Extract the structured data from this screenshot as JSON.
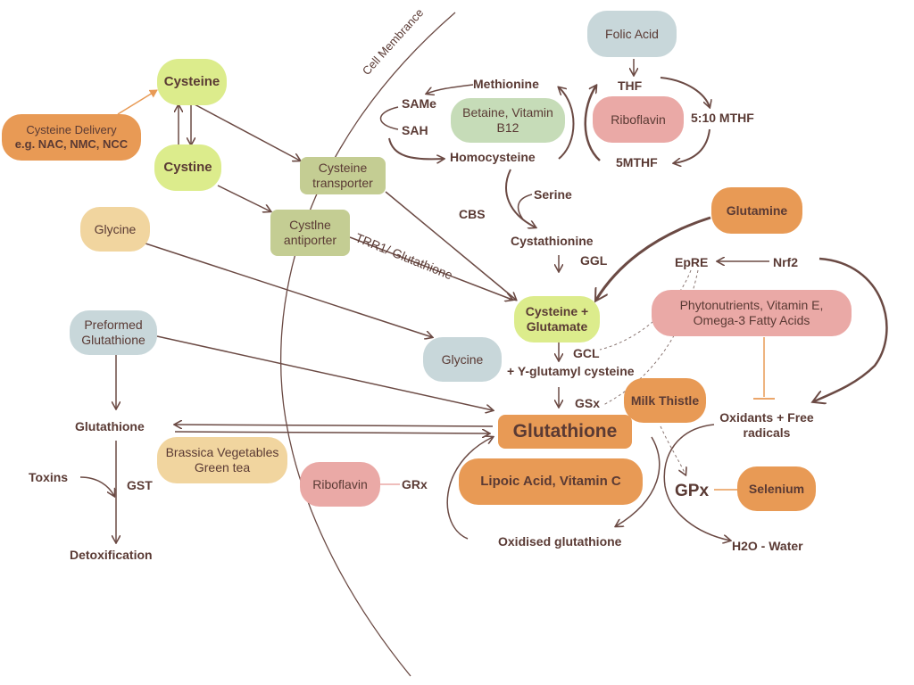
{
  "diagram": {
    "membrane_label": "Cell Membrance",
    "nodes": {
      "cysteine": "Cysteine",
      "cysteine_delivery_line1": "Cysteine Delivery",
      "cysteine_delivery_line2": "e.g. NAC, NMC, NCC",
      "cystine": "Cystine",
      "cysteine_transporter": "Cysteine transporter",
      "cystine_antiporter": "Cystlne antiporter",
      "glycine_outer": "Glycine",
      "preformed_glutathione": "Preformed Glutathione",
      "folic_acid": "Folic Acid",
      "betaine_b12": "Betaine, Vitamin B12",
      "riboflavin_top": "Riboflavin",
      "glutamine": "Glutamine",
      "cysteine_glutamate": "Cysteine + Glutamate",
      "phytonutrients": "Phytonutrients, Vitamin E, Omega-3 Fatty Acids",
      "glycine_inner": "Glycine",
      "milk_thistle": "Milk Thistle",
      "glutathione_main": "Glutathione",
      "brassica": "Brassica Vegetables Green tea",
      "riboflavin_bottom": "Riboflavin",
      "lipoic_vitc": "Lipoic Acid, Vitamin C",
      "selenium": "Selenium"
    },
    "labels": {
      "methionine": "Methionine",
      "same": "SAMe",
      "sah": "SAH",
      "homocysteine": "Homocysteine",
      "thf": "THF",
      "mthf_510": "5:10 MTHF",
      "mthf_5": "5MTHF",
      "serine": "Serine",
      "cbs": "CBS",
      "cystathionine": "Cystathionine",
      "ggl": "GGL",
      "epre": "EpRE",
      "nrf2": "Nrf2",
      "trr1": "TRR1/ Glutathione",
      "gcl": "GCL",
      "y_glutamyl": "+ Y-glutamyl cysteine",
      "gsx": "GSx",
      "oxidants": "Oxidants + Free radicals",
      "glutathione_left": "Glutathione",
      "toxins": "Toxins",
      "gst": "GST",
      "detox": "Detoxification",
      "grx": "GRx",
      "gpx": "GPx",
      "oxidised": "Oxidised glutathione",
      "water": "H2O - Water"
    },
    "colors": {
      "lime": "#dcec8c",
      "olive": "#c4cd93",
      "tan": "#f1d59f",
      "blue": "#c8d7da",
      "pink": "#eaa9a6",
      "orange": "#e89a55",
      "green": "#c6dcb8",
      "arrow": "#6b4a44"
    }
  }
}
